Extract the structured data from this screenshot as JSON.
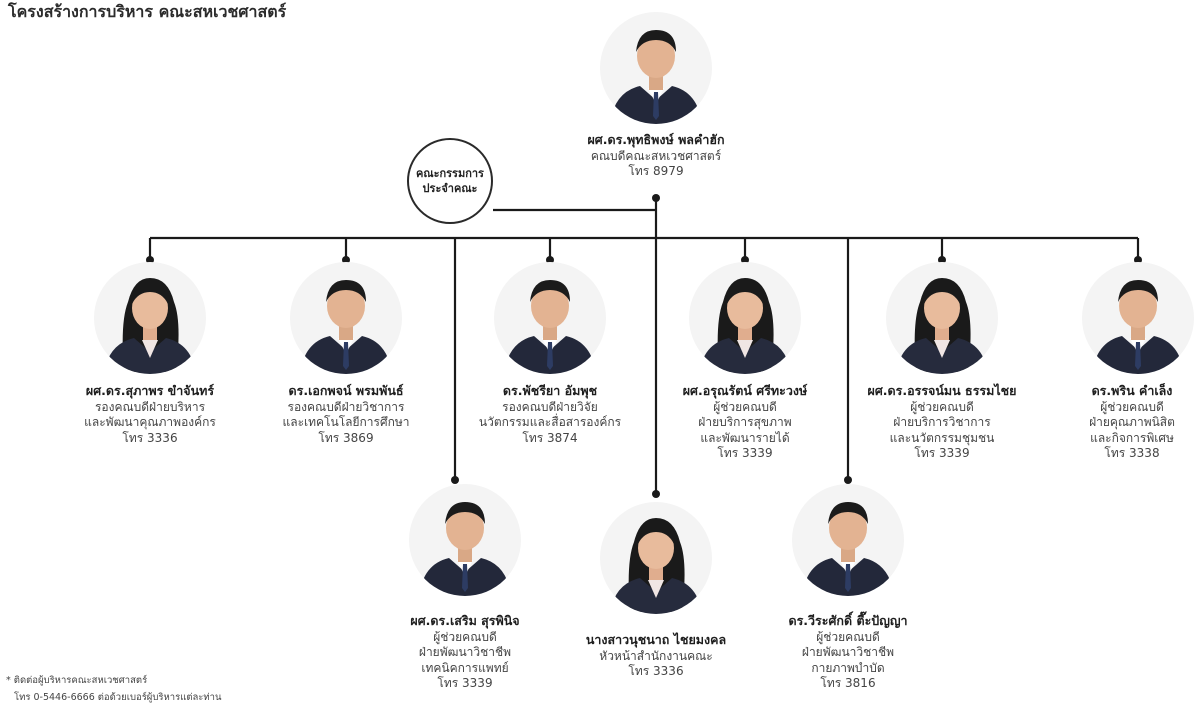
{
  "title": "โครงสร้างการบริหาร คณะสหเวชศาสตร์",
  "committee": {
    "line1": "คณะกรรมการ",
    "line2": "ประจำคณะ"
  },
  "dean": {
    "name": "ผศ.ดร.พุทธิพงษ์ พลคำฮัก",
    "role": "คณบดีคณะสหเวชศาสตร์",
    "phone": "โทร 8979"
  },
  "members": [
    {
      "name": "ผศ.ดร.สุภาพร ขำจันทร์",
      "lines": [
        "รองคณบดีฝ่ายบริหาร",
        "และพัฒนาคุณภาพองค์กร",
        "โทร 3336"
      ]
    },
    {
      "name": "ดร.เอกพจน์ พรมพันธ์",
      "lines": [
        "รองคณบดีฝ่ายวิชาการ",
        "และเทคโนโลยีการศึกษา",
        "โทร 3869"
      ]
    },
    {
      "name": "ดร.พัชรียา อัมพุช",
      "lines": [
        "รองคณบดีฝ่ายวิจัย",
        "นวัตกรรมและสื่อสารองค์กร",
        "โทร 3874"
      ]
    },
    {
      "name": "ผศ.อรุณรัตน์ ศรีทะวงษ์",
      "lines": [
        "ผู้ช่วยคณบดี",
        "ฝ่ายบริการสุขภาพ",
        "และพัฒนารายได้",
        "โทร 3339"
      ]
    },
    {
      "name": "ผศ.ดร.อรรจน์มน ธรรมไชย",
      "lines": [
        "ผู้ช่วยคณบดี",
        "ฝ่ายบริการวิชาการ",
        "และนวัตกรรมชุมชน",
        "โทร 3339"
      ]
    },
    {
      "name": "ดร.พริน คำเล็ง",
      "lines": [
        "ผู้ช่วยคณบดี",
        "ฝ่ายคุณภาพนิสิต",
        "และกิจการพิเศษ",
        "โทร 3338"
      ]
    },
    {
      "name": "ผศ.ดร.เสริม สุรพินิจ",
      "lines": [
        "ผู้ช่วยคณบดี",
        "ฝ่ายพัฒนาวิชาชีพ",
        "เทคนิคการแพทย์",
        "โทร 3339"
      ]
    },
    {
      "name": "นางสาวนุชนาถ ไชยมงคล",
      "lines": [
        "หัวหน้าสำนักงานคณะ",
        "โทร 3336"
      ]
    },
    {
      "name": "ดร.วีระศักดิ์ ตี๊ะปัญญา",
      "lines": [
        "ผู้ช่วยคณบดี",
        "ฝ่ายพัฒนาวิชาชีพ",
        "กายภาพบำบัด",
        "โทร 3816"
      ]
    }
  ],
  "note": {
    "line1": "* ติดต่อผู้บริหารคณะสหเวชศาสตร์",
    "line2": "โทร 0-5446-6666 ต่อด้วยเบอร์ผู้บริหารแต่ละท่าน"
  }
}
